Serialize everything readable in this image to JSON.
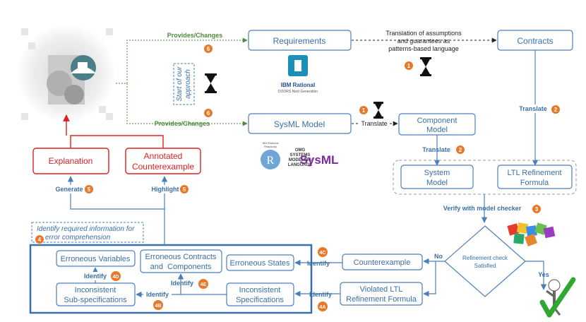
{
  "colors": {
    "blue": "#4A7EBB",
    "blue_text": "#3A6FA8",
    "green": "#4E8A3A",
    "red": "#E02020",
    "orange": "#E8792A",
    "dark": "#222222"
  },
  "boxes": {
    "requirements": "Requirements",
    "contracts": "Contracts",
    "sysml_model": "SysML Model",
    "component_model": [
      "Component",
      "Model"
    ],
    "system_model": [
      "System",
      "Model"
    ],
    "ltl_formula": [
      "LTL Refinement",
      "Formula"
    ],
    "explanation": "Explanation",
    "annotated_counterexample": [
      "Annotated",
      "Counterexample"
    ],
    "counterexample": "Counterexample",
    "violated_ltl": [
      "Violated LTL",
      "Refinement Formula"
    ],
    "erroneous_states": "Erroneous States",
    "inconsistent_specs": [
      "Inconsistent",
      "Specifications"
    ],
    "erroneous_contracts": [
      "Erroneous Contracts",
      "and  Components"
    ],
    "inconsistent_subspecs": [
      "Inconsistent",
      "Sub-specifications"
    ],
    "erroneous_variables": "Erroneous Variables"
  },
  "decision": [
    "Refinement check",
    "Satisfied"
  ],
  "edges": {
    "provides_changes_top": "Provides/Changes",
    "provides_changes_bottom": "Provides/Changes",
    "translation_note": [
      "Translation of assumptions",
      "and guarantees as",
      "patterns-based language"
    ],
    "translate_sysml": "Translate",
    "translate_contracts": "Translate",
    "translate_component": "Translate",
    "verify": "Verify with model checker",
    "no": "No",
    "yes": "Yes",
    "generate": "Generate",
    "highlight": "Highlight",
    "identify_4c": "Identify",
    "identify_4a": "Identify",
    "identify_4b": "Identify",
    "identify_4d": "Identify",
    "identify_4e": "Identify"
  },
  "badges": {
    "b6_top": "6",
    "b6_bottom": "6",
    "b1_contracts": "1",
    "b1_sysml": "1",
    "b2_contracts": "2",
    "b2_component": "2",
    "b3": "3",
    "b5_generate": "5",
    "b5_highlight": "5",
    "b4": "4",
    "b4c": "4C",
    "b4a": "4A",
    "b4b": "4B",
    "b4d": "4D",
    "b4e": "4E"
  },
  "start_note": [
    "Start of our",
    "approach"
  ],
  "required_info_note": [
    "Identify required information for",
    "error comprehension"
  ],
  "logos": {
    "ibm_title": "IBM Rational",
    "ibm_subtitle": "DOORS Next Generation",
    "rhapsody_title": "IBM Rational",
    "rhapsody_subtitle": "Rhapsody",
    "rhapsody_letter": "R",
    "omg_lines": [
      "OMG",
      "SYSTEMS",
      "MODELING",
      "LANGUAGE"
    ],
    "sysml_letters": "SysML"
  }
}
